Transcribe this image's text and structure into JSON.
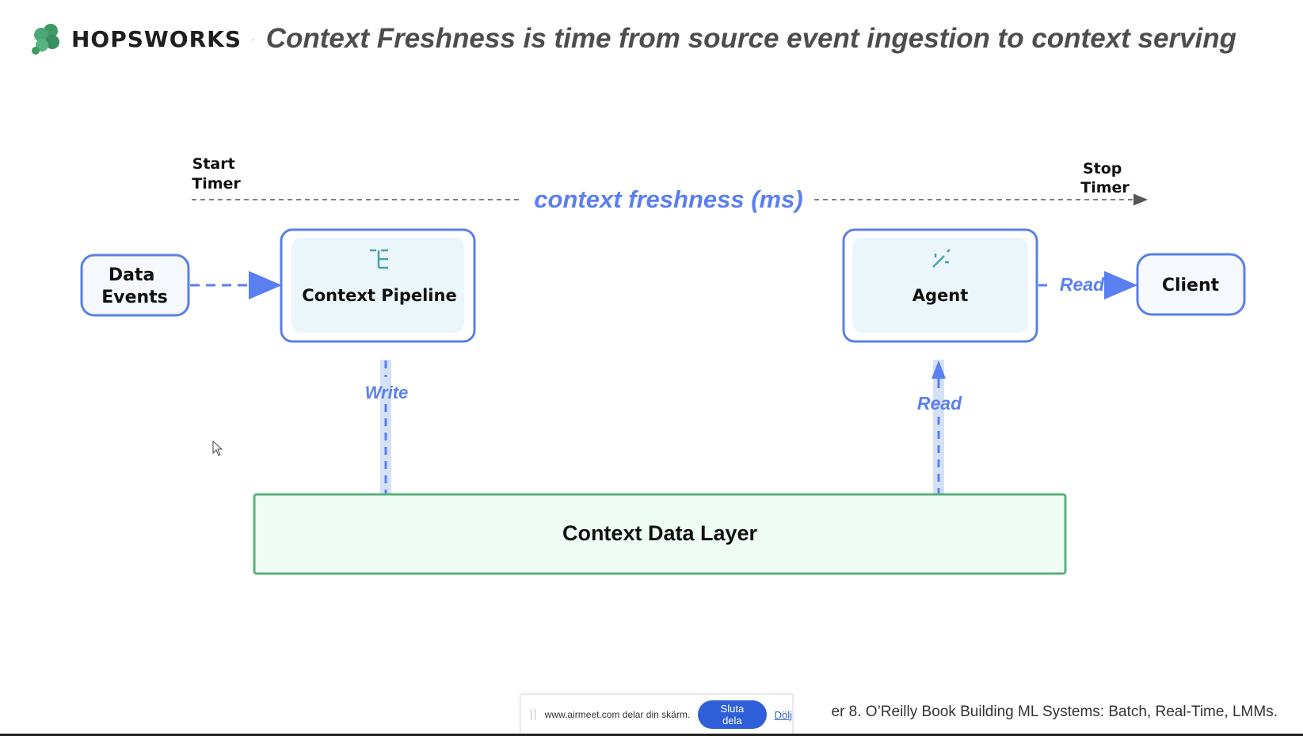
{
  "header": {
    "logo_text": "HOPSWORKS",
    "logo_icon": "hop-cone-icon",
    "title": "Context Freshness is time from source event ingestion to context serving"
  },
  "diagram": {
    "timeline": {
      "start_label": [
        "Start",
        "Timer"
      ],
      "stop_label": [
        "Stop",
        "Timer"
      ],
      "label": "context freshness (ms)"
    },
    "nodes": {
      "data_events": [
        "Data",
        "Events"
      ],
      "context_pipeline": "Context Pipeline",
      "agent": "Agent",
      "client": "Client",
      "context_data_layer": "Context Data Layer"
    },
    "icons": {
      "pipeline": "pipeline-tree-icon",
      "agent": "magic-wand-icon"
    },
    "edge_labels": {
      "write": "Write",
      "read_down": "Read",
      "read_right": "Read"
    },
    "colors": {
      "accent": "#5a7ff0",
      "box_border": "#5b7fe8",
      "data_layer_border": "#5bb07c",
      "data_layer_fill": "#effcf4",
      "inner_fill": "#eaf6f9"
    }
  },
  "footer": {
    "text": "er 8. O’Reilly Book  Building ML Systems: Batch, Real-Time, LMMs."
  },
  "share_bar": {
    "text": "www.airmeet.com delar din skärm.",
    "stop_button": "Sluta dela",
    "hide_link": "Dölj"
  }
}
